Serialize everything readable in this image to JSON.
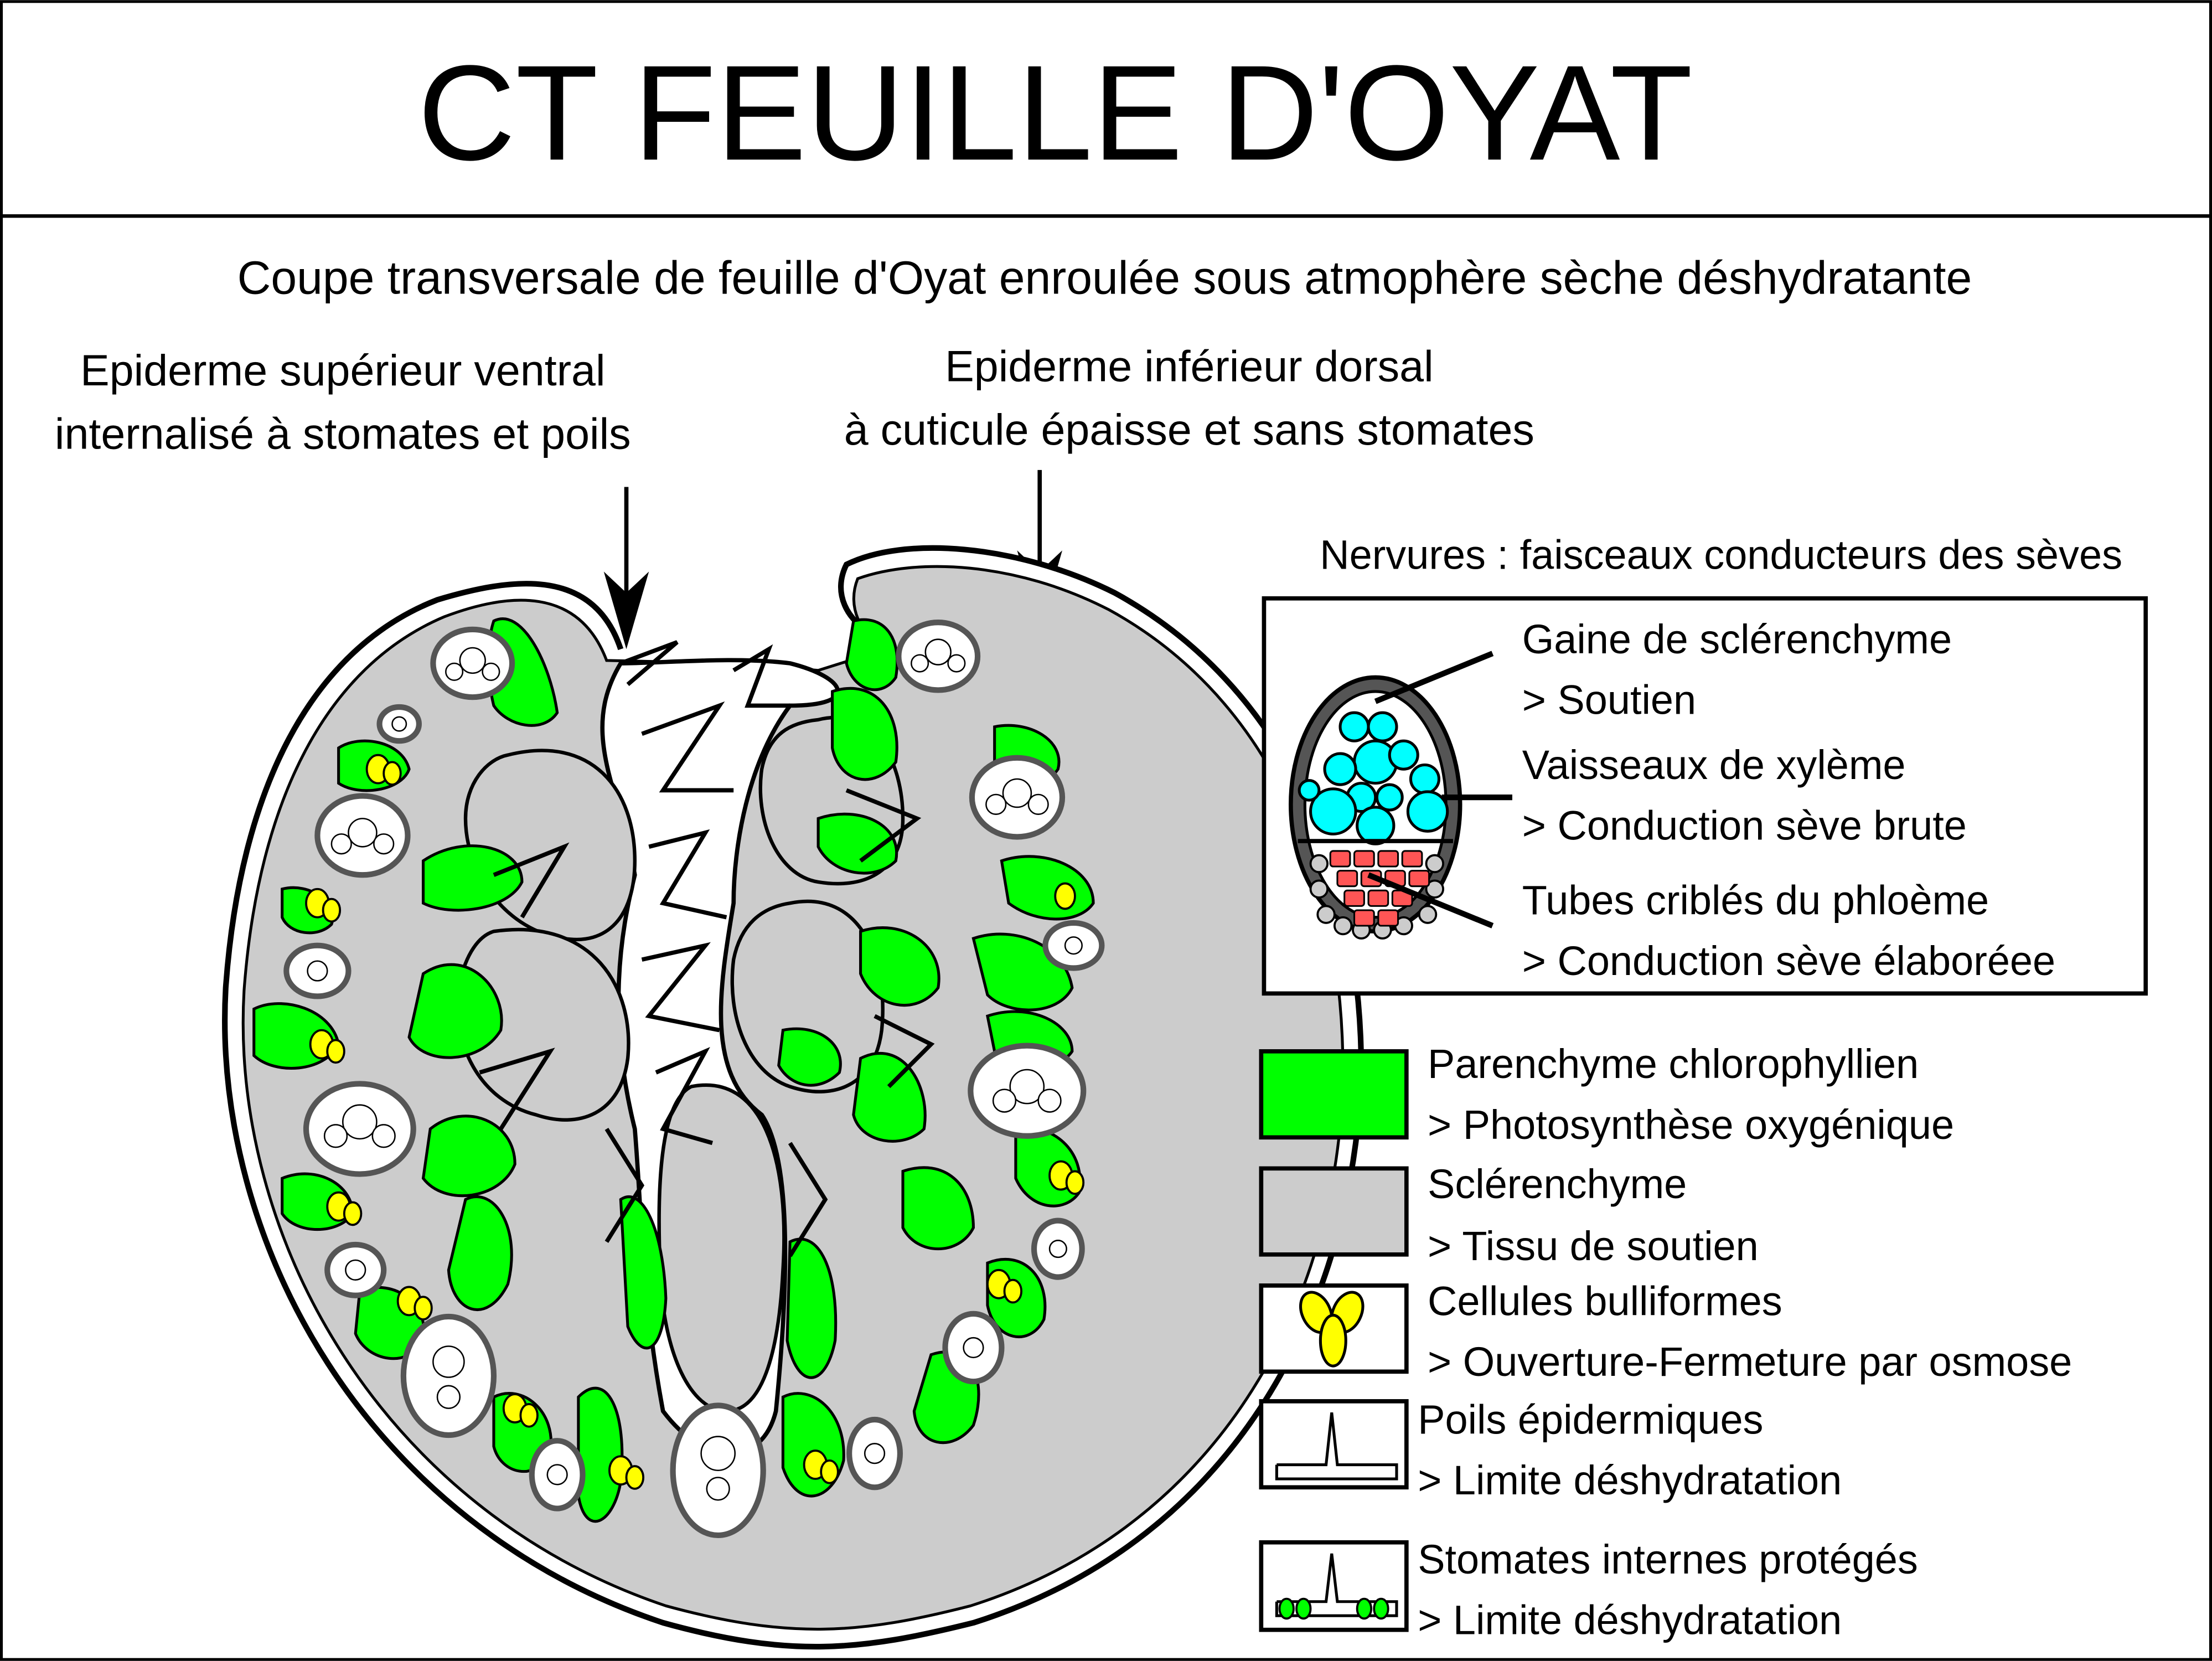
{
  "title": "CT FEUILLE D'OYAT",
  "subtitle": "Coupe transversale de feuille d'Oyat enroulée sous atmophère sèche déshydratante",
  "annotations": {
    "upper_epidermis": {
      "line1": "Epiderme supérieur ventral",
      "line2": "internalisé à stomates et poils"
    },
    "lower_epidermis": {
      "line1": "Epiderme inférieur dorsal",
      "line2": "à cuticule épaisse et sans stomates"
    }
  },
  "nervure_panel": {
    "heading": "Nervures : faisceaux conducteurs des sèves",
    "items": [
      {
        "name": "Gaine de sclérenchyme",
        "role": "> Soutien"
      },
      {
        "name": "Vaisseaux de xylème",
        "role": "> Conduction sève brute"
      },
      {
        "name": "Tubes criblés du phloème",
        "role": "> Conduction sève élaboréee"
      }
    ]
  },
  "legend": [
    {
      "key": "chlorenchyma",
      "name": "Parenchyme chlorophyllien",
      "role": "> Photosynthèse oxygénique"
    },
    {
      "key": "sclerenchyma",
      "name": "Sclérenchyme",
      "role": "> Tissu de soutien"
    },
    {
      "key": "bulliform",
      "name": "Cellules bulliformes",
      "role": "> Ouverture-Fermeture par osmose"
    },
    {
      "key": "hairs",
      "name": "Poils épidermiques",
      "role": "> Limite déshydratation"
    },
    {
      "key": "stomata",
      "name": "Stomates internes protégés",
      "role": "> Limite déshydratation"
    }
  ],
  "colors": {
    "chlorenchyma": "#00ff00",
    "sclerenchyma": "#cccccc",
    "bulliform": "#ffff00",
    "xylem": "#00ffff",
    "phloem": "#ff5555",
    "sheath": "#555555",
    "outline": "#000000"
  }
}
